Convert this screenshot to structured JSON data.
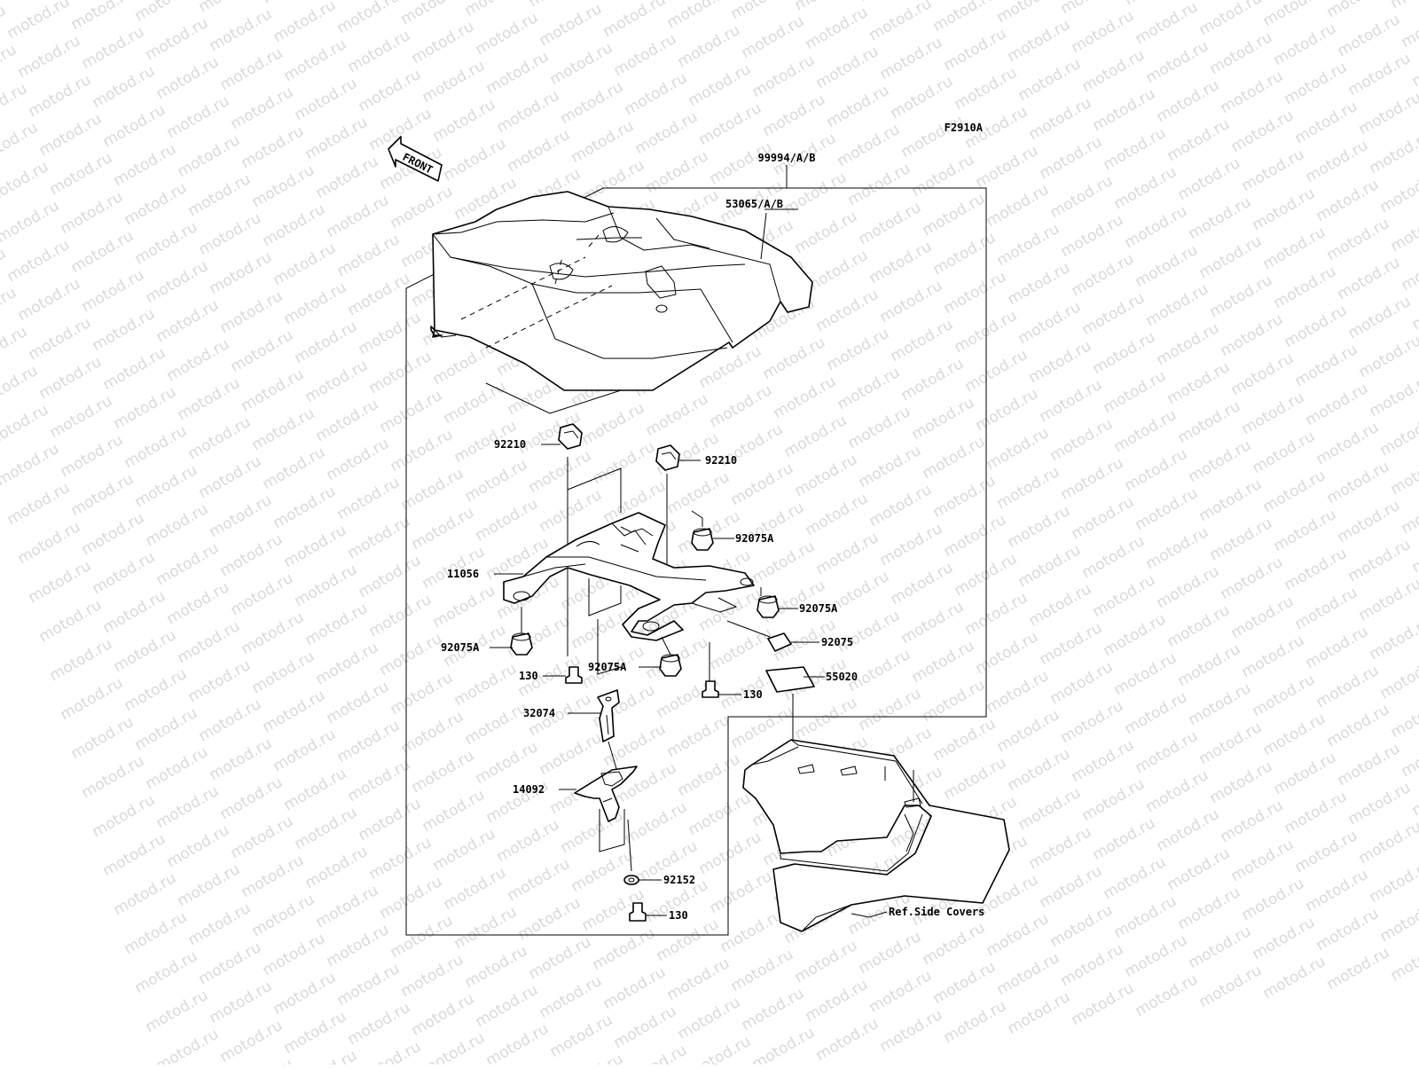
{
  "watermark": "motod.ru",
  "figure_code": "F2910A",
  "front_marker": "FRONT",
  "labels": {
    "seat_cover_kit": "99994/A/B",
    "seat_cover": "53065/A/B",
    "clip_left": "92210",
    "clip_right": "92210",
    "damper_right_upper": "92075A",
    "bracket": "11056",
    "damper_right_mid": "92075A",
    "damper_pad": "92075",
    "damper_left": "92075A",
    "damper_center": "92075A",
    "label_plate": "55020",
    "bolt_left": "130",
    "bolt_center": "130",
    "stay": "32074",
    "holder": "14092",
    "washer": "92152",
    "bolt_bottom": "130",
    "ref_side_covers": "Ref.Side Covers"
  },
  "colors": {
    "line": "#000000",
    "background": "#ffffff",
    "watermark": "#d9d9d9"
  }
}
